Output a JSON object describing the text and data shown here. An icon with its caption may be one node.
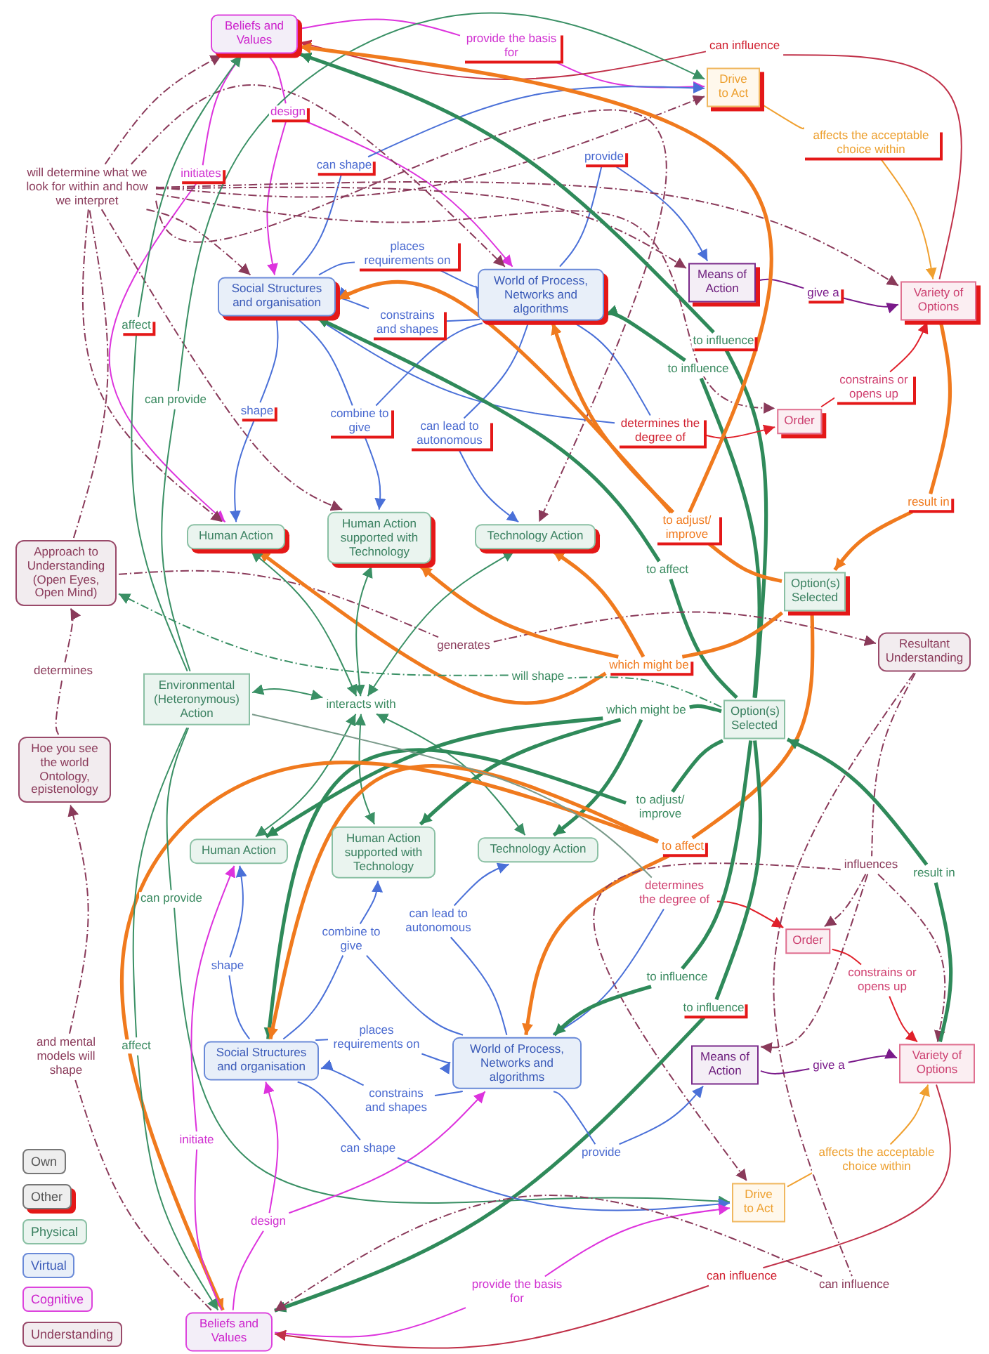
{
  "diagram": {
    "nodes": [
      {
        "text": [
          "Beliefs and Values"
        ]
      },
      {
        "text": [
          "provide the basis for"
        ]
      },
      {
        "text": [
          "can influence"
        ]
      },
      {
        "text": [
          "Drive to Act"
        ]
      },
      {
        "text": [
          "design"
        ]
      },
      {
        "text": [
          "affects the acceptable choice within"
        ]
      },
      {
        "text": [
          "provide"
        ]
      },
      {
        "text": [
          "can shape"
        ]
      },
      {
        "text": [
          "initiates"
        ]
      },
      {
        "text": [
          "will determine what we look for within and how we interpret"
        ]
      },
      {
        "text": [
          "places requirements on"
        ]
      },
      {
        "text": [
          "Social Structures and organisation"
        ]
      },
      {
        "text": [
          "World of Process, Networks and algorithms"
        ]
      },
      {
        "text": [
          "Means of Action"
        ]
      },
      {
        "text": [
          "give a"
        ]
      },
      {
        "text": [
          "Variety of Options"
        ]
      },
      {
        "text": [
          "constrains and shapes"
        ]
      },
      {
        "text": [
          "affect"
        ]
      },
      {
        "text": [
          "to influence"
        ]
      },
      {
        "text": [
          "to influence"
        ]
      },
      {
        "text": [
          "constrains or opens up"
        ]
      },
      {
        "text": [
          "can provide"
        ]
      },
      {
        "text": [
          "shape"
        ]
      },
      {
        "text": [
          "combine to give"
        ]
      },
      {
        "text": [
          "Order"
        ]
      },
      {
        "text": [
          "determines the degree of"
        ]
      },
      {
        "text": [
          "can lead to autonomous"
        ]
      },
      {
        "text": [
          "result in"
        ]
      },
      {
        "text": [
          "to adjust/ improve"
        ]
      },
      {
        "text": [
          "Human Action"
        ]
      },
      {
        "text": [
          "Human Action supported with Technology"
        ]
      },
      {
        "text": [
          "Technology Action"
        ]
      },
      {
        "text": [
          "Approach to Understanding (Open Eyes, Open Mind)"
        ]
      },
      {
        "text": [
          "to affect"
        ]
      },
      {
        "text": [
          "Option(s) Selected"
        ]
      },
      {
        "text": [
          "generates"
        ]
      },
      {
        "text": [
          "Resultant Understanding"
        ]
      },
      {
        "text": [
          "which might be"
        ]
      },
      {
        "text": [
          "will shape"
        ]
      },
      {
        "text": [
          "determines"
        ]
      },
      {
        "text": [
          "Environmental (Heteronymous) Action"
        ]
      },
      {
        "text": [
          "interacts with"
        ]
      },
      {
        "text": [
          "which might be"
        ]
      },
      {
        "text": [
          "Option(s) Selected"
        ]
      },
      {
        "text": [
          "Hoe you see the world Ontology, epistenology"
        ]
      },
      {
        "text": [
          "to adjust/ improve"
        ]
      },
      {
        "text": [
          "to affect"
        ]
      },
      {
        "text": [
          "Human Action"
        ]
      },
      {
        "text": [
          "Human Action supported with Technology"
        ]
      },
      {
        "text": [
          "Technology Action"
        ]
      },
      {
        "text": [
          "influences"
        ]
      },
      {
        "text": [
          "result in"
        ]
      },
      {
        "text": [
          "determines the degree of"
        ]
      },
      {
        "text": [
          "can provide"
        ]
      },
      {
        "text": [
          "can lead to autonomous"
        ]
      },
      {
        "text": [
          "combine to give"
        ]
      },
      {
        "text": [
          "Order"
        ]
      },
      {
        "text": [
          "to influence"
        ]
      },
      {
        "text": [
          "shape"
        ]
      },
      {
        "text": [
          "constrains or opens up"
        ]
      },
      {
        "text": [
          "to influence"
        ]
      },
      {
        "text": [
          "places requirements on"
        ]
      },
      {
        "text": [
          "affect"
        ]
      },
      {
        "text": [
          "and mental models will shape"
        ]
      },
      {
        "text": [
          "Social Structures and organisation"
        ]
      },
      {
        "text": [
          "World of Process, Networks and algorithms"
        ]
      },
      {
        "text": [
          "Means of Action"
        ]
      },
      {
        "text": [
          "give a"
        ]
      },
      {
        "text": [
          "Variety of Options"
        ]
      },
      {
        "text": [
          "constrains and shapes"
        ]
      },
      {
        "text": [
          "initiate"
        ]
      },
      {
        "text": [
          "can shape"
        ]
      },
      {
        "text": [
          "affects the acceptable choice within"
        ]
      },
      {
        "text": [
          "provide"
        ]
      },
      {
        "text": [
          "Drive to Act"
        ]
      },
      {
        "text": [
          "design"
        ]
      },
      {
        "text": [
          "provide the basis for"
        ]
      },
      {
        "text": [
          "can influence"
        ]
      },
      {
        "text": [
          "can influence"
        ]
      },
      {
        "text": [
          "Beliefs and Values"
        ]
      }
    ],
    "edges": [
      {
        "from": 0,
        "to": 1,
        "arrow": "none",
        "color": "#dd33dd"
      },
      {
        "from": 1,
        "to": 3,
        "arrow": "to",
        "color": "#dd33dd"
      },
      {
        "from": 15,
        "to": 2,
        "arrow": "none",
        "color": "#c03048"
      },
      {
        "from": 2,
        "to": 0,
        "arrow": "to",
        "color": "#c03048"
      },
      {
        "from": 0,
        "to": 4,
        "arrow": "none",
        "color": "#dd33dd"
      },
      {
        "from": 4,
        "to": 11,
        "arrow": "to",
        "color": "#dd33dd"
      },
      {
        "from": 4,
        "to": 12,
        "arrow": "to",
        "color": "#dd33dd"
      },
      {
        "from": 3,
        "to": 5,
        "arrow": "none",
        "color": "#f0a030"
      },
      {
        "from": 5,
        "to": 15,
        "arrow": "to",
        "color": "#f0a030"
      },
      {
        "from": 12,
        "to": 6,
        "arrow": "none"
      },
      {
        "from": 6,
        "to": 13,
        "arrow": "to"
      },
      {
        "from": 11,
        "to": 7,
        "arrow": "none"
      },
      {
        "from": 7,
        "to": 3,
        "arrow": "to"
      },
      {
        "from": 0,
        "to": 8,
        "arrow": "none",
        "color": "#dd33dd"
      },
      {
        "from": 8,
        "to": 29,
        "arrow": "to",
        "color": "#dd33dd"
      },
      {
        "from": 32,
        "to": 9,
        "arrow": "none",
        "style": "dashed",
        "color": "#8a3a5a"
      },
      {
        "from": 9,
        "to": 0,
        "arrow": "to",
        "style": "dashed",
        "color": "#8a3a5a"
      },
      {
        "from": 9,
        "to": 3,
        "arrow": "to",
        "style": "dashed",
        "color": "#8a3a5a"
      },
      {
        "from": 9,
        "to": 11,
        "arrow": "to",
        "style": "dashed",
        "color": "#8a3a5a"
      },
      {
        "from": 9,
        "to": 12,
        "arrow": "to",
        "style": "dashed",
        "color": "#8a3a5a"
      },
      {
        "from": 9,
        "to": 13,
        "arrow": "to",
        "style": "dashed",
        "color": "#8a3a5a"
      },
      {
        "from": 9,
        "to": 15,
        "arrow": "to",
        "style": "dashed",
        "color": "#8a3a5a"
      },
      {
        "from": 9,
        "to": 24,
        "arrow": "to",
        "style": "dashed",
        "color": "#8a3a5a"
      },
      {
        "from": 9,
        "to": 29,
        "arrow": "to",
        "style": "dashed",
        "color": "#8a3a5a"
      },
      {
        "from": 9,
        "to": 30,
        "arrow": "to",
        "style": "dashed",
        "color": "#8a3a5a"
      },
      {
        "from": 9,
        "to": 31,
        "arrow": "to",
        "style": "dashed",
        "color": "#8a3a5a"
      },
      {
        "from": 11,
        "to": 10,
        "arrow": "none"
      },
      {
        "from": 10,
        "to": 12,
        "arrow": "to"
      },
      {
        "from": 13,
        "to": 14,
        "arrow": "none",
        "color": "#7a1a8a"
      },
      {
        "from": 14,
        "to": 15,
        "arrow": "to",
        "color": "#7a1a8a"
      },
      {
        "from": 12,
        "to": 16,
        "arrow": "none"
      },
      {
        "from": 16,
        "to": 11,
        "arrow": "to"
      },
      {
        "from": 40,
        "to": 17,
        "arrow": "none",
        "color": "#3a9065"
      },
      {
        "from": 17,
        "to": 0,
        "arrow": "to",
        "color": "#3a9065"
      },
      {
        "from": 43,
        "to": 18,
        "arrow": "none",
        "style": "thick",
        "color": "#2f8a5a"
      },
      {
        "from": 18,
        "to": 0,
        "arrow": "to",
        "style": "thick",
        "color": "#2f8a5a"
      },
      {
        "from": 43,
        "to": 19,
        "arrow": "none",
        "style": "thick",
        "color": "#2f8a5a"
      },
      {
        "from": 19,
        "to": 12,
        "arrow": "to",
        "style": "thick",
        "color": "#2f8a5a"
      },
      {
        "from": 24,
        "to": 20,
        "arrow": "none",
        "color": "#e0202a"
      },
      {
        "from": 20,
        "to": 15,
        "arrow": "to",
        "color": "#e0202a"
      },
      {
        "from": 40,
        "to": 21,
        "arrow": "none",
        "color": "#3a9065"
      },
      {
        "from": 21,
        "to": 3,
        "arrow": "to",
        "color": "#3a9065"
      },
      {
        "from": 11,
        "to": 22,
        "arrow": "none"
      },
      {
        "from": 22,
        "to": 29,
        "arrow": "to"
      },
      {
        "from": 11,
        "to": 23,
        "arrow": "none"
      },
      {
        "from": 12,
        "to": 23,
        "arrow": "none"
      },
      {
        "from": 23,
        "to": 30,
        "arrow": "to"
      },
      {
        "from": 11,
        "to": 25,
        "arrow": "none"
      },
      {
        "from": 12,
        "to": 25,
        "arrow": "none"
      },
      {
        "from": 25,
        "to": 24,
        "arrow": "to",
        "color": "#e0202a"
      },
      {
        "from": 12,
        "to": 26,
        "arrow": "none"
      },
      {
        "from": 26,
        "to": 31,
        "arrow": "to"
      },
      {
        "from": 15,
        "to": 27,
        "arrow": "none",
        "style": "thick",
        "color": "#f07a1e"
      },
      {
        "from": 27,
        "to": 34,
        "arrow": "to",
        "style": "thick",
        "color": "#f07a1e"
      },
      {
        "from": 34,
        "to": 28,
        "arrow": "none",
        "style": "thick",
        "color": "#f07a1e"
      },
      {
        "from": 28,
        "to": 0,
        "arrow": "to",
        "style": "thick",
        "color": "#f07a1e"
      },
      {
        "from": 28,
        "to": 11,
        "arrow": "to",
        "style": "thick",
        "color": "#f07a1e"
      },
      {
        "from": 28,
        "to": 12,
        "arrow": "to",
        "style": "thick",
        "color": "#f07a1e"
      },
      {
        "from": 43,
        "to": 33,
        "arrow": "none",
        "style": "thick",
        "color": "#2f8a5a"
      },
      {
        "from": 33,
        "to": 11,
        "arrow": "to",
        "style": "thick",
        "color": "#2f8a5a"
      },
      {
        "from": 32,
        "to": 35,
        "arrow": "none",
        "style": "dashed",
        "color": "#8a3a5a"
      },
      {
        "from": 35,
        "to": 36,
        "arrow": "to",
        "style": "dashed",
        "color": "#8a3a5a"
      },
      {
        "from": 34,
        "to": 37,
        "arrow": "none",
        "style": "thick",
        "color": "#f07a1e"
      },
      {
        "from": 37,
        "to": 29,
        "arrow": "to",
        "style": "thick",
        "color": "#f07a1e"
      },
      {
        "from": 37,
        "to": 30,
        "arrow": "to",
        "style": "thick",
        "color": "#f07a1e"
      },
      {
        "from": 37,
        "to": 31,
        "arrow": "to",
        "style": "thick",
        "color": "#f07a1e"
      },
      {
        "from": 43,
        "to": 38,
        "arrow": "none",
        "style": "dashed",
        "color": "#3a9065"
      },
      {
        "from": 38,
        "to": 32,
        "arrow": "to",
        "style": "dashed",
        "color": "#3a9065"
      },
      {
        "from": 44,
        "to": 39,
        "arrow": "none",
        "style": "dashed",
        "color": "#8a3a5a"
      },
      {
        "from": 39,
        "to": 32,
        "arrow": "to",
        "style": "dashed",
        "color": "#8a3a5a"
      },
      {
        "from": 40,
        "to": 41,
        "arrow": "both",
        "color": "#3a9065"
      },
      {
        "from": 41,
        "to": 29,
        "arrow": "both",
        "color": "#3a9065"
      },
      {
        "from": 41,
        "to": 30,
        "arrow": "both",
        "color": "#3a9065"
      },
      {
        "from": 41,
        "to": 31,
        "arrow": "both",
        "color": "#3a9065"
      },
      {
        "from": 41,
        "to": 47,
        "arrow": "both",
        "color": "#3a9065"
      },
      {
        "from": 41,
        "to": 48,
        "arrow": "both",
        "color": "#3a9065"
      },
      {
        "from": 41,
        "to": 49,
        "arrow": "both",
        "color": "#3a9065"
      },
      {
        "from": 43,
        "to": 42,
        "arrow": "none",
        "style": "thick",
        "color": "#2f8a5a"
      },
      {
        "from": 42,
        "to": 47,
        "arrow": "to",
        "style": "thick",
        "color": "#2f8a5a"
      },
      {
        "from": 42,
        "to": 48,
        "arrow": "to",
        "style": "thick",
        "color": "#2f8a5a"
      },
      {
        "from": 42,
        "to": 49,
        "arrow": "to",
        "style": "thick",
        "color": "#2f8a5a"
      },
      {
        "from": 43,
        "to": 45,
        "arrow": "none",
        "style": "thick",
        "color": "#2f8a5a"
      },
      {
        "from": 45,
        "to": 64,
        "arrow": "to",
        "style": "thick",
        "color": "#2f8a5a"
      },
      {
        "from": 34,
        "to": 46,
        "arrow": "none",
        "style": "thick",
        "color": "#f07a1e"
      },
      {
        "from": 46,
        "to": 64,
        "arrow": "to",
        "style": "thick",
        "color": "#f07a1e"
      },
      {
        "from": 46,
        "to": 65,
        "arrow": "to",
        "style": "thick",
        "color": "#f07a1e"
      },
      {
        "from": 46,
        "to": 79,
        "arrow": "to",
        "style": "thick",
        "color": "#f07a1e"
      },
      {
        "from": 36,
        "to": 50,
        "arrow": "none",
        "style": "dashed",
        "color": "#8a3a5a"
      },
      {
        "from": 50,
        "to": 56,
        "arrow": "to",
        "style": "dashed",
        "color": "#8a3a5a"
      },
      {
        "from": 50,
        "to": 66,
        "arrow": "to",
        "style": "dashed",
        "color": "#8a3a5a"
      },
      {
        "from": 50,
        "to": 68,
        "arrow": "to",
        "style": "dashed",
        "color": "#8a3a5a"
      },
      {
        "from": 50,
        "to": 74,
        "arrow": "to",
        "style": "dashed",
        "color": "#8a3a5a"
      },
      {
        "from": 68,
        "to": 51,
        "arrow": "none",
        "style": "thick",
        "color": "#2f8a5a"
      },
      {
        "from": 51,
        "to": 43,
        "arrow": "to",
        "style": "thick",
        "color": "#2f8a5a"
      },
      {
        "from": 40,
        "to": 52,
        "arrow": "none",
        "color": "#7a9a8a"
      },
      {
        "from": 65,
        "to": 52,
        "arrow": "none"
      },
      {
        "from": 52,
        "to": 56,
        "arrow": "to",
        "color": "#e0202a"
      },
      {
        "from": 40,
        "to": 53,
        "arrow": "none",
        "color": "#3a9065"
      },
      {
        "from": 53,
        "to": 74,
        "arrow": "to",
        "color": "#3a9065"
      },
      {
        "from": 65,
        "to": 54,
        "arrow": "none"
      },
      {
        "from": 54,
        "to": 49,
        "arrow": "to"
      },
      {
        "from": 64,
        "to": 55,
        "arrow": "none"
      },
      {
        "from": 65,
        "to": 55,
        "arrow": "none"
      },
      {
        "from": 55,
        "to": 48,
        "arrow": "to"
      },
      {
        "from": 43,
        "to": 57,
        "arrow": "none",
        "style": "thick",
        "color": "#2f8a5a"
      },
      {
        "from": 57,
        "to": 65,
        "arrow": "to",
        "style": "thick",
        "color": "#2f8a5a"
      },
      {
        "from": 64,
        "to": 58,
        "arrow": "none"
      },
      {
        "from": 58,
        "to": 47,
        "arrow": "to"
      },
      {
        "from": 56,
        "to": 59,
        "arrow": "none",
        "color": "#e0202a"
      },
      {
        "from": 59,
        "to": 68,
        "arrow": "to",
        "color": "#e0202a"
      },
      {
        "from": 43,
        "to": 60,
        "arrow": "none",
        "style": "thick",
        "color": "#2f8a5a"
      },
      {
        "from": 60,
        "to": 79,
        "arrow": "to",
        "style": "thick",
        "color": "#2f8a5a"
      },
      {
        "from": 64,
        "to": 61,
        "arrow": "none"
      },
      {
        "from": 61,
        "to": 65,
        "arrow": "to"
      },
      {
        "from": 40,
        "to": 62,
        "arrow": "none",
        "color": "#3a9065"
      },
      {
        "from": 62,
        "to": 79,
        "arrow": "to",
        "color": "#3a9065"
      },
      {
        "from": 79,
        "to": 63,
        "arrow": "none",
        "style": "dashed",
        "color": "#8a3a5a"
      },
      {
        "from": 63,
        "to": 44,
        "arrow": "to",
        "style": "dashed",
        "color": "#8a3a5a"
      },
      {
        "from": 65,
        "to": 69,
        "arrow": "none"
      },
      {
        "from": 69,
        "to": 64,
        "arrow": "to"
      },
      {
        "from": 79,
        "to": 70,
        "arrow": "none",
        "color": "#dd33dd"
      },
      {
        "from": 70,
        "to": 47,
        "arrow": "to",
        "color": "#dd33dd"
      },
      {
        "from": 64,
        "to": 71,
        "arrow": "none"
      },
      {
        "from": 71,
        "to": 74,
        "arrow": "to"
      },
      {
        "from": 74,
        "to": 72,
        "arrow": "none",
        "color": "#f0a030"
      },
      {
        "from": 72,
        "to": 68,
        "arrow": "to",
        "color": "#f0a030"
      },
      {
        "from": 65,
        "to": 73,
        "arrow": "none"
      },
      {
        "from": 73,
        "to": 66,
        "arrow": "to"
      },
      {
        "from": 79,
        "to": 75,
        "arrow": "none",
        "color": "#dd33dd"
      },
      {
        "from": 75,
        "to": 64,
        "arrow": "to",
        "color": "#dd33dd"
      },
      {
        "from": 75,
        "to": 65,
        "arrow": "to",
        "color": "#dd33dd"
      },
      {
        "from": 79,
        "to": 76,
        "arrow": "none",
        "color": "#dd33dd"
      },
      {
        "from": 76,
        "to": 74,
        "arrow": "to",
        "color": "#dd33dd"
      },
      {
        "from": 68,
        "to": 77,
        "arrow": "none",
        "color": "#c03048"
      },
      {
        "from": 77,
        "to": 79,
        "arrow": "to",
        "color": "#c03048"
      },
      {
        "from": 36,
        "to": 78,
        "arrow": "none",
        "style": "dashed",
        "color": "#8a3a5a"
      },
      {
        "from": 78,
        "to": 79,
        "arrow": "to",
        "style": "dashed",
        "color": "#8a3a5a"
      },
      {
        "from": 66,
        "to": 67,
        "arrow": "none",
        "color": "#7a1a8a"
      },
      {
        "from": 67,
        "to": 68,
        "arrow": "to",
        "color": "#7a1a8a"
      }
    ],
    "legend": [
      {
        "text": "Own"
      },
      {
        "text": "Other"
      },
      {
        "text": "Physical"
      },
      {
        "text": "Virtual"
      },
      {
        "text": "Cognitive"
      },
      {
        "text": "Understanding"
      }
    ]
  }
}
